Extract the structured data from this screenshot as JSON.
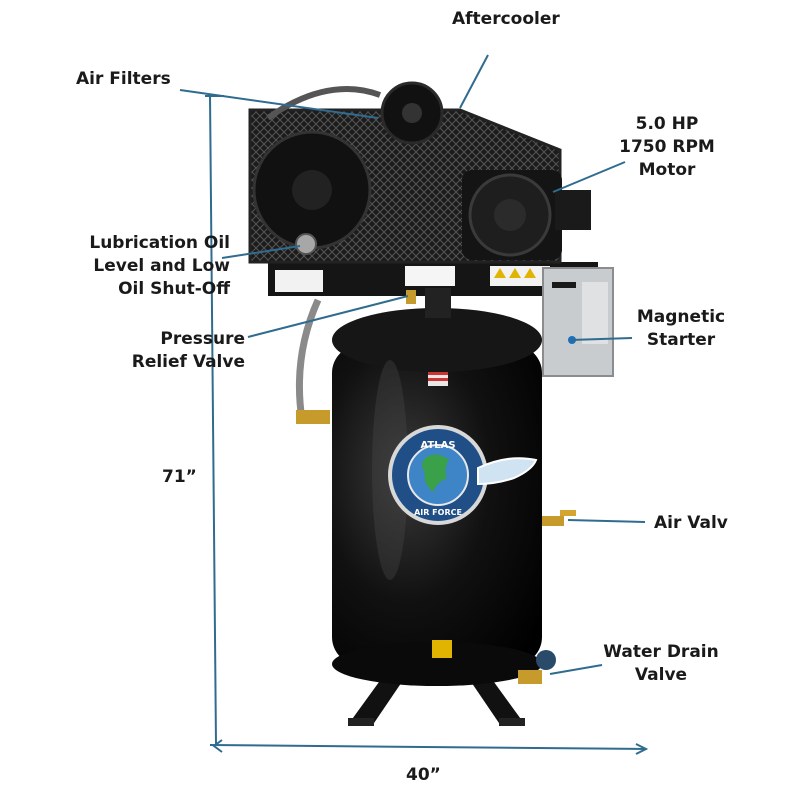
{
  "labels": {
    "aftercooler": "Aftercooler",
    "air_filters": "Air Filters",
    "motor_line1": "5.0 HP",
    "motor_line2": "1750 RPM",
    "motor_line3": "Motor",
    "lube_line1": "Lubrication Oil",
    "lube_line2": "Level and Low",
    "lube_line3": "Oil Shut-Off",
    "prv_line1": "Pressure",
    "prv_line2": "Relief Valve",
    "mag_line1": "Magnetic",
    "mag_line2": "Starter",
    "air_valve": "Air Valv",
    "drain_line1": "Water Drain",
    "drain_line2": "Valve",
    "height": "71”",
    "width": "40”"
  },
  "tank_logo": {
    "ring_top": "ATLAS",
    "ring_bottom": "AIR FORCE"
  },
  "colors": {
    "leader": "#2f6c8f",
    "tank": "#0b0b0b",
    "frame": "#1a1a1a",
    "starter": "#c9ccce",
    "brass": "#c79a2c",
    "logo_bg": "#1f4f86"
  }
}
